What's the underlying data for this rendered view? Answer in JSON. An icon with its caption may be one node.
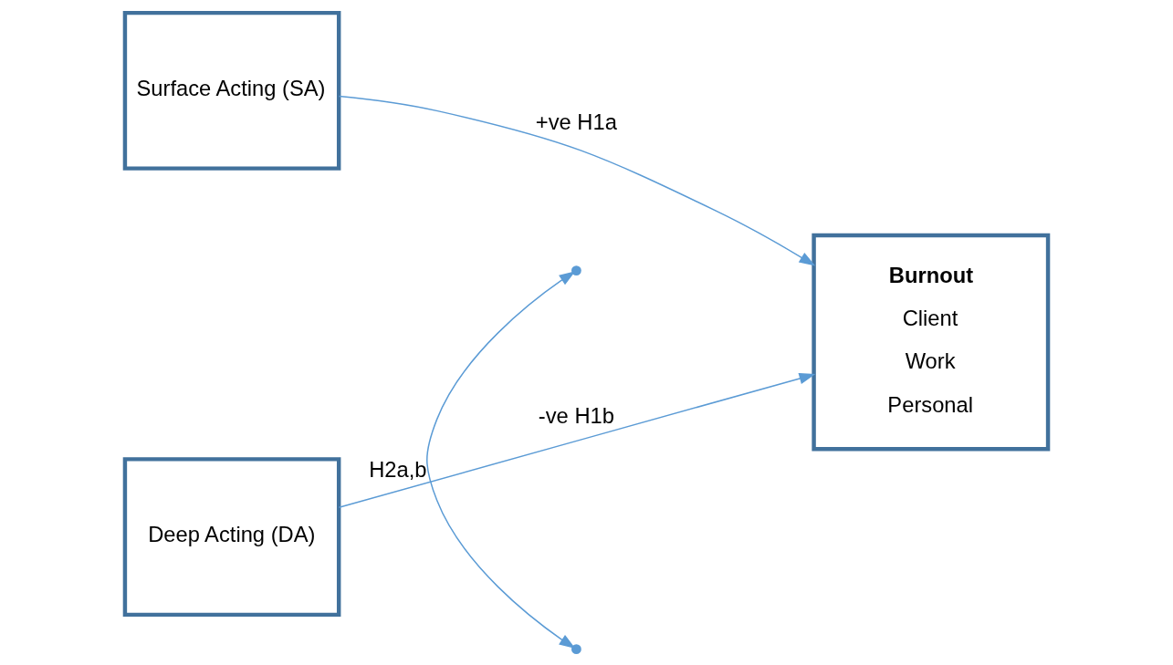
{
  "diagram": {
    "nodes": [
      {
        "text": [
          "Surface Acting (SA)"
        ]
      },
      {
        "text": [
          "Burnout",
          "Client",
          "Work",
          "Personal"
        ]
      },
      {
        "text": [
          "Deep Acting (DA)"
        ]
      },
      {
        "text": [],
        "shape": "point"
      },
      {
        "text": [],
        "shape": "point"
      }
    ],
    "edges": [
      {
        "from": 0,
        "to": 1,
        "arrow": "to",
        "label": "+ve H1a"
      },
      {
        "from": 3,
        "to": 4,
        "arrow": "both",
        "label": "H2a,b"
      },
      {
        "from": 2,
        "to": 1,
        "arrow": "to",
        "label": "-ve H1b"
      }
    ]
  }
}
